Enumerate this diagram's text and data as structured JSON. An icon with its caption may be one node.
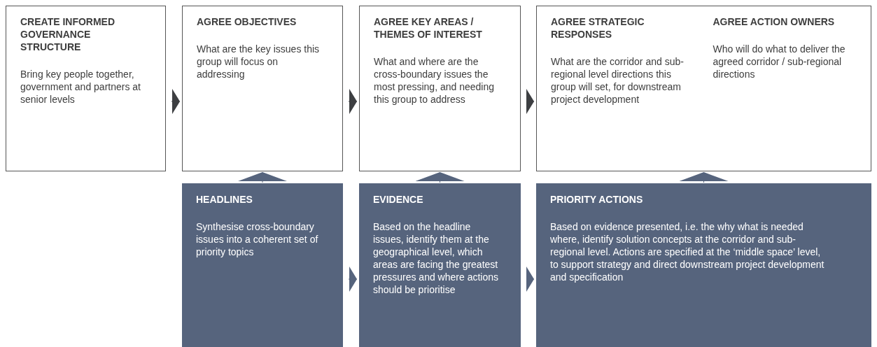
{
  "diagram": {
    "nodes": [
      {
        "text": [
          "CREATE INFORMED GOVERNANCE STRUCTURE",
          "Bring key people together, government and partners at senior levels"
        ]
      },
      {
        "text": [
          "AGREE OBJECTIVES",
          "What are the key issues this group will focus on addressing"
        ]
      },
      {
        "text": [
          "AGREE KEY AREAS / THEMES OF INTEREST",
          "What and where are the cross-boundary issues the most pressing, and needing this group to address"
        ]
      },
      {
        "text": [
          "AGREE STRATEGIC RESPONSES",
          "What are the corridor and sub-regional level directions this group will set, for downstream project development",
          "AGREE ACTION OWNERS",
          "Who will do what to deliver the agreed corridor / sub-regional directions"
        ]
      },
      {
        "text": [
          "HEADLINES",
          "Synthesise cross-boundary issues into a coherent set of priority topics"
        ]
      },
      {
        "text": [
          "EVIDENCE",
          "Based on the headline issues, identify them at the geographical level, which areas are facing the greatest pressures and where actions should be prioritise"
        ]
      },
      {
        "text": [
          "PRIORITY ACTIONS",
          "Based on evidence presented, i.e. the why what is needed where, identify solution concepts at the corridor and sub-regional level.  Actions are specified at the ‘middle space’ level, to support strategy and direct downstream project development and specification"
        ]
      }
    ],
    "edges": [
      {
        "from": 0,
        "to": 1,
        "arrow": "to",
        "color": "#3d3f42"
      },
      {
        "from": 1,
        "to": 2,
        "arrow": "to",
        "color": "#3d3f42"
      },
      {
        "from": 2,
        "to": 3,
        "arrow": "to",
        "color": "#3d3f42"
      },
      {
        "from": 4,
        "to": 5,
        "arrow": "to"
      },
      {
        "from": 5,
        "to": 6,
        "arrow": "to"
      },
      {
        "from": 4,
        "to": 1,
        "arrow": "to"
      },
      {
        "from": 5,
        "to": 2,
        "arrow": "to"
      },
      {
        "from": 6,
        "to": 3,
        "arrow": "to"
      }
    ]
  }
}
